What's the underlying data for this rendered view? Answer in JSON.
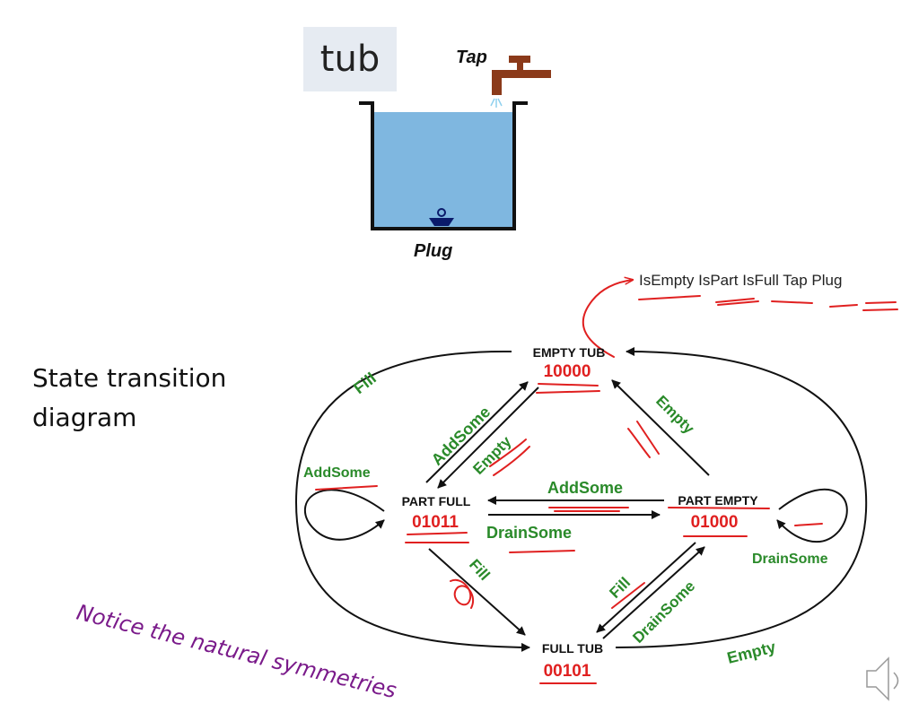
{
  "header_label": "tub",
  "title_lines": [
    "State transition",
    "diagram"
  ],
  "tub": {
    "tap_label": "Tap",
    "plug_label": "Plug"
  },
  "legend": "IsEmpty IsPart IsFull Tap Plug",
  "states": {
    "empty": {
      "name": "EMPTY TUB",
      "code": "10000"
    },
    "part_full": {
      "name": "PART FULL",
      "code": "01011"
    },
    "part_empty": {
      "name": "PART EMPTY",
      "code": "01000"
    },
    "full": {
      "name": "FULL TUB",
      "code": "00101"
    }
  },
  "events": {
    "fill_outer": "Fill",
    "addsome_diag": "AddSome",
    "empty_diag_left": "Empty",
    "empty_diag_right": "Empty",
    "addsome_loop": "AddSome",
    "addsome_mid": "AddSome",
    "drainsome_mid": "DrainSome",
    "drainsome_loop": "DrainSome",
    "fill_diag": "Fill",
    "fill_diag2": "Fill",
    "drainsome_diag": "DrainSome",
    "empty_outer": "Empty"
  },
  "note": "Notice the natural symmetries",
  "colors": {
    "event": "#2a8a2a",
    "annotation": "#e02020",
    "note": "#7a1a8a",
    "water": "#7fb7e0",
    "tap": "#8b3a1a"
  }
}
